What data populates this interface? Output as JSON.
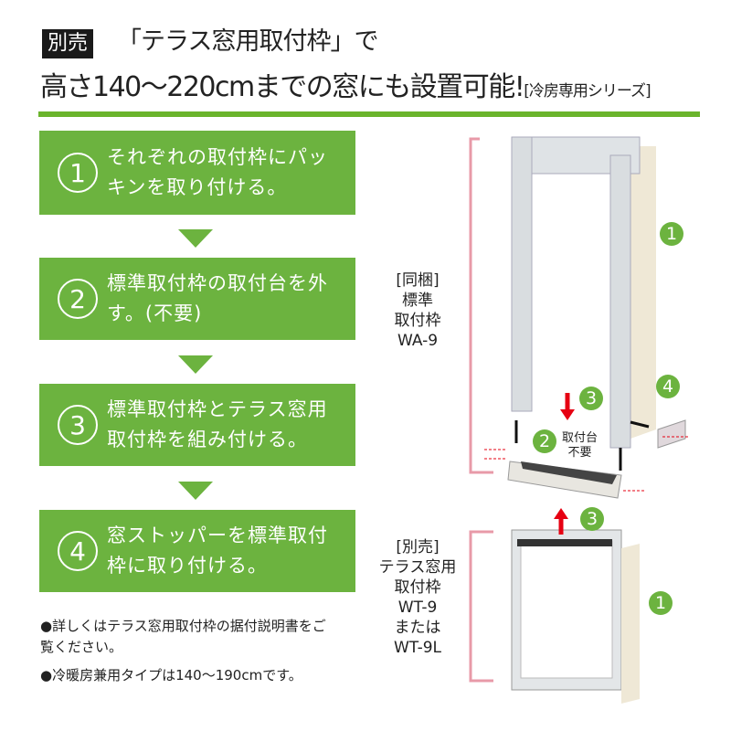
{
  "header": {
    "badge": "別売",
    "title_line1": "「テラス窓用取付枠」で",
    "title_line2": "高さ140～220cmまでの窓にも設置可能!",
    "title_series": "[冷房専用シリーズ]"
  },
  "steps": [
    {
      "num": "1",
      "text": "それぞれの取付枠にパッキンを取り付ける。"
    },
    {
      "num": "2",
      "text": "標準取付枠の取付台を外す。(不要)"
    },
    {
      "num": "3",
      "text": "標準取付枠とテラス窓用取付枠を組み付ける。"
    },
    {
      "num": "4",
      "text": "窓ストッパーを標準取付枠に取り付ける。"
    }
  ],
  "notes": [
    "●詳しくはテラス窓用取付枠の据付説明書をご覧ください。",
    "●冷暖房兼用タイプは140～190cmです。"
  ],
  "diagram": {
    "upper_label": [
      "[同梱]",
      "標準",
      "取付枠",
      "WA-9"
    ],
    "lower_label": [
      "[別売]",
      "テラス窓用",
      "取付枠",
      "WT-9",
      "または",
      "WT-9L"
    ],
    "base_note": [
      "取付台",
      "不要"
    ],
    "callouts": [
      "1",
      "2",
      "3",
      "3",
      "4",
      "1"
    ]
  },
  "colors": {
    "accent": "#6cb33f",
    "bracket": "#e89aa8",
    "arrow_red": "#e60012"
  }
}
